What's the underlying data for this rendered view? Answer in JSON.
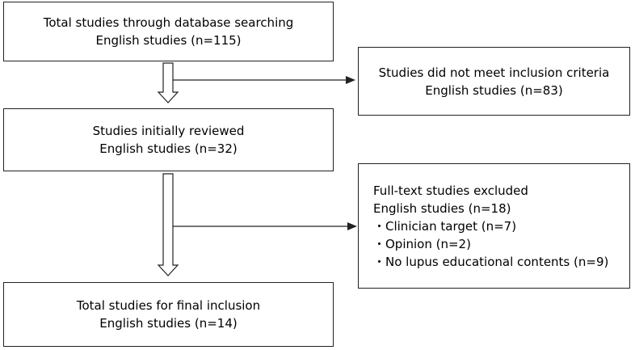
{
  "boxes": {
    "database_search": {
      "line1": "Total studies through database searching",
      "line2": "English studies (n=115)"
    },
    "not_meet_criteria": {
      "line1": "Studies did not meet inclusion criteria",
      "line2": "English studies (n=83)"
    },
    "initially_reviewed": {
      "line1": "Studies initially reviewed",
      "line2": "English studies (n=32)"
    },
    "fulltext_excluded": {
      "line1": "Full-text studies excluded",
      "line2": "English studies (n=18)",
      "reasons": [
        "・Clinician target (n=7)",
        "・Opinion (n=2)",
        "・No lupus educational contents (n=9)"
      ]
    },
    "final_inclusion": {
      "line1": "Total studies for final inclusion",
      "line2": "English studies (n=14)"
    }
  }
}
